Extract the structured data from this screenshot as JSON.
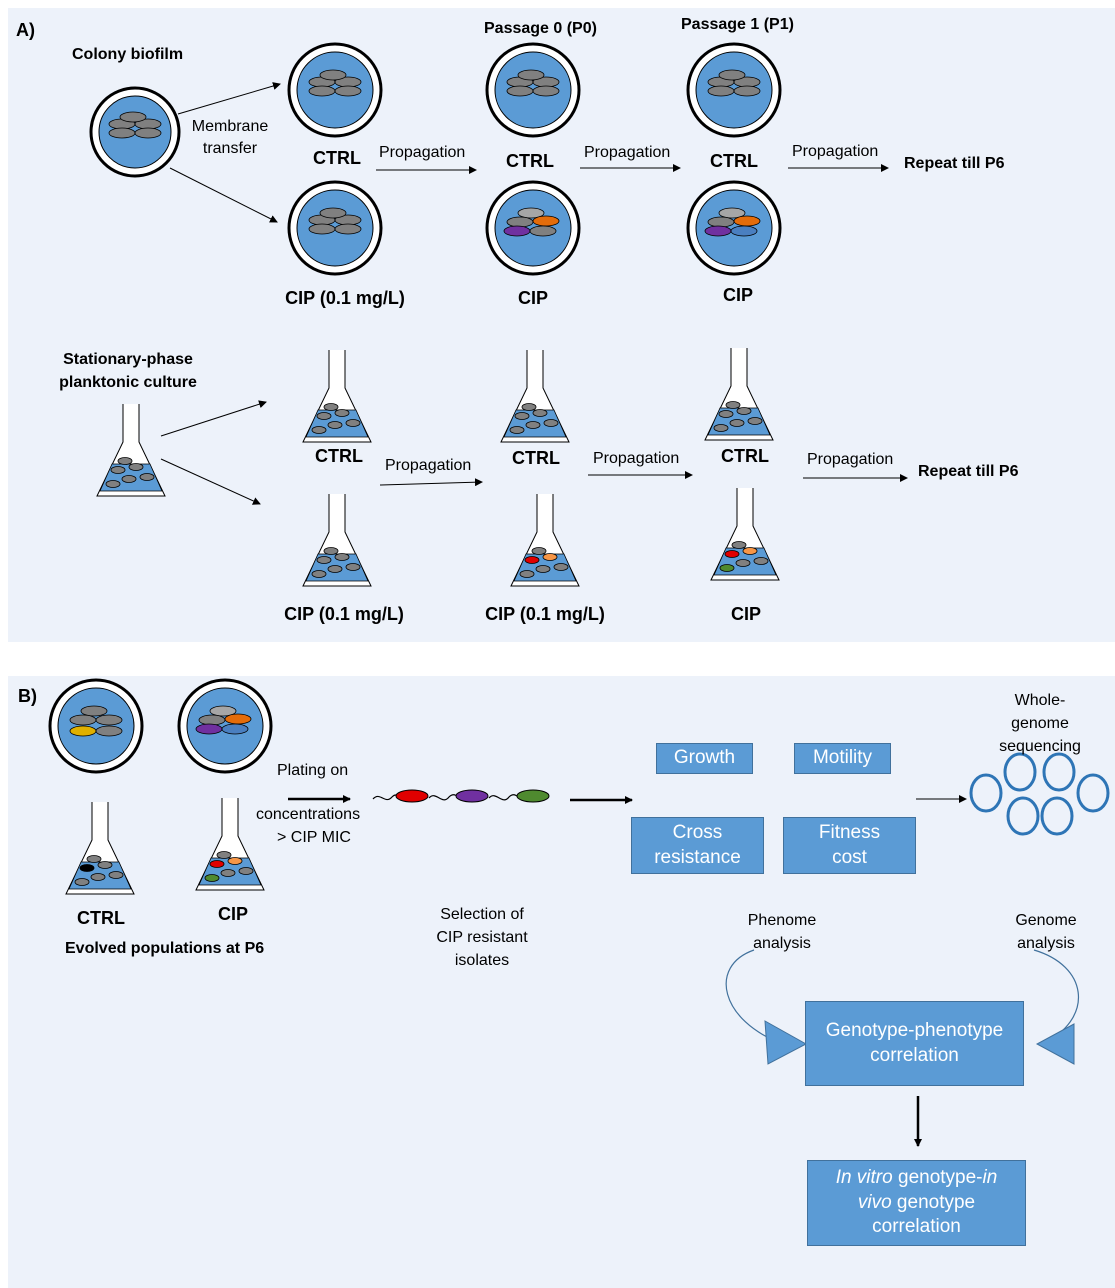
{
  "panel_a": {
    "label": "A)",
    "colony_biofilm": "Colony biofilm",
    "membrane_transfer": "Membrane\ntransfer",
    "passage0": "Passage 0 (P0)",
    "passage1": "Passage 1 (P1)",
    "ctrl": "CTRL",
    "cip": "CIP",
    "cip_conc": "CIP (0.1 mg/L)",
    "propagation": "Propagation",
    "repeat": "Repeat till P6",
    "planktonic": "Stationary-phase\nplanktonic culture"
  },
  "panel_b": {
    "label": "B)",
    "ctrl": "CTRL",
    "cip": "CIP",
    "evolved": "Evolved populations at P6",
    "plating_on": "Plating on",
    "concentrations": "concentrations",
    "gt_cip_mic": "> CIP MIC",
    "selection": "Selection of\nCIP resistant\nisolates",
    "growth": "Growth",
    "motility": "Motility",
    "cross_resistance": "Cross\nresistance",
    "fitness_cost": "Fitness\ncost",
    "wgs": "Whole-genome\nsequencing",
    "phenome": "Phenome\nanalysis",
    "genome": "Genome\nanalysis",
    "gp_correlation": "Genotype-phenotype\ncorrelation",
    "invitro_italic_1": "In vitro",
    "invitro_text_1": " genotype-",
    "invitro_italic_2": "in",
    "invitro_italic_3": "vivo",
    "invitro_text_2": " genotype",
    "invitro_text_3": "correlation"
  },
  "colors": {
    "panel_bg": "#edf2fa",
    "medium_blue": "#5b9bd5",
    "cell_gray": "#808080",
    "red": "#e00000",
    "purple": "#7030a0",
    "orange": "#e46c0a",
    "green": "#4f8a2f",
    "yellow": "#e0b000",
    "black": "#000000"
  }
}
